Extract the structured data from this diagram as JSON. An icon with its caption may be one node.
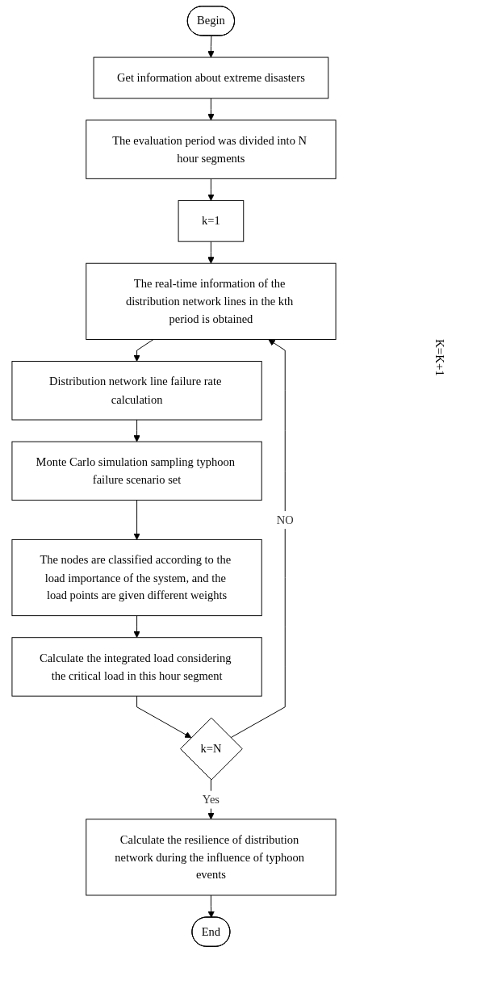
{
  "diagram": {
    "nodes": [
      {
        "text": [
          "Begin"
        ]
      },
      {
        "text": [
          "Get information about extreme disasters"
        ]
      },
      {
        "text": [
          "The evaluation period was divided into N hour segments"
        ]
      },
      {
        "text": [
          "k=1"
        ]
      },
      {
        "text": [
          "The real-time information of the distribution network lines in the kth period is obtained"
        ]
      },
      {
        "text": [
          "Distribution network line failure rate calculation"
        ]
      },
      {
        "text": [
          "Monte Carlo simulation sampling typhoon failure scenario set"
        ]
      },
      {
        "text": [
          "The nodes are classified according to the load importance of the system, and the load points are given different weights"
        ]
      },
      {
        "text": [
          "Calculate the integrated load considering the critical load in this hour segment"
        ]
      },
      {
        "text": [
          "k=N"
        ]
      },
      {
        "text": [
          "Calculate the resilience of distribution network during the influence of typhoon events"
        ]
      },
      {
        "text": [
          "End"
        ]
      }
    ],
    "edges": [
      {
        "from": 0,
        "to": 1,
        "arrow": "to"
      },
      {
        "from": 1,
        "to": 2,
        "arrow": "to"
      },
      {
        "from": 2,
        "to": 3,
        "arrow": "to"
      },
      {
        "from": 3,
        "to": 4,
        "arrow": "to"
      },
      {
        "from": 4,
        "to": 5,
        "arrow": "to"
      },
      {
        "from": 5,
        "to": 6,
        "arrow": "to"
      },
      {
        "from": 6,
        "to": 7,
        "arrow": "to"
      },
      {
        "from": 7,
        "to": 8,
        "arrow": "to"
      },
      {
        "from": 8,
        "to": 9,
        "arrow": "to"
      },
      {
        "from": 9,
        "to": 10,
        "label": "Yes",
        "arrow": "to"
      },
      {
        "from": 9,
        "to": 4,
        "label": "NO",
        "arrow": "to"
      },
      {
        "from": 10,
        "to": 11,
        "arrow": "to"
      }
    ],
    "labels": [
      "K=K+1"
    ]
  }
}
